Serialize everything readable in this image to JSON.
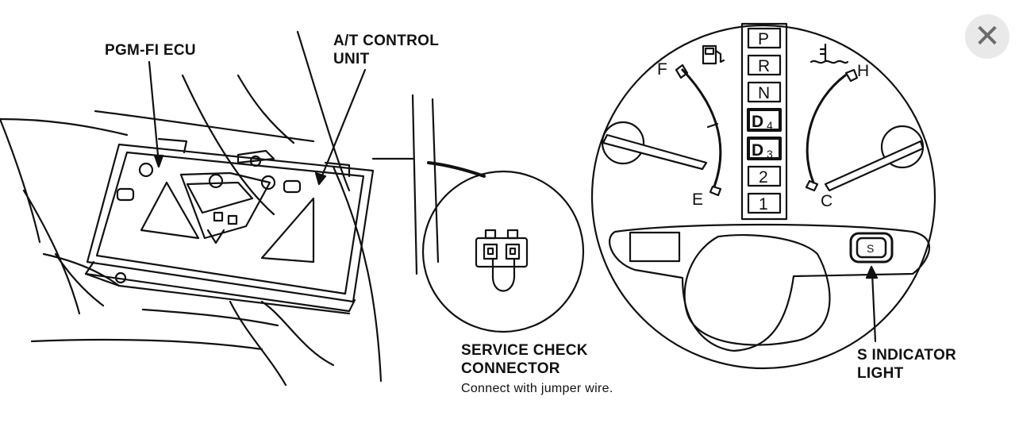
{
  "labels": {
    "pgm_fi_ecu": "PGM-FI ECU",
    "at_control_unit": [
      "A/T CONTROL",
      "UNIT"
    ],
    "service_check_connector": [
      "SERVICE CHECK",
      "CONNECTOR"
    ],
    "connector_note": "Connect with jumper wire.",
    "s_indicator_light": [
      "S INDICATOR",
      "LIGHT"
    ]
  },
  "gauges": {
    "fuel": {
      "full": "F",
      "empty": "E",
      "icon": "fuel-pump-icon"
    },
    "temperature": {
      "hot": "H",
      "cold": "C",
      "icon": "coolant-temperature-icon"
    }
  },
  "gear_indicator": {
    "positions": [
      {
        "label": "P"
      },
      {
        "label": "R"
      },
      {
        "label": "N"
      },
      {
        "label": "D",
        "sub": "4",
        "highlighted": true
      },
      {
        "label": "D",
        "sub": "3",
        "highlighted": true
      },
      {
        "label": "2"
      },
      {
        "label": "1"
      }
    ]
  },
  "s_indicator": {
    "label": "S"
  },
  "close_button": {
    "icon": "close-icon",
    "glyph": "✕"
  },
  "colors": {
    "ink": "#111111",
    "close_bg": "#e9e9e9",
    "close_fg": "#6b6b6b"
  }
}
